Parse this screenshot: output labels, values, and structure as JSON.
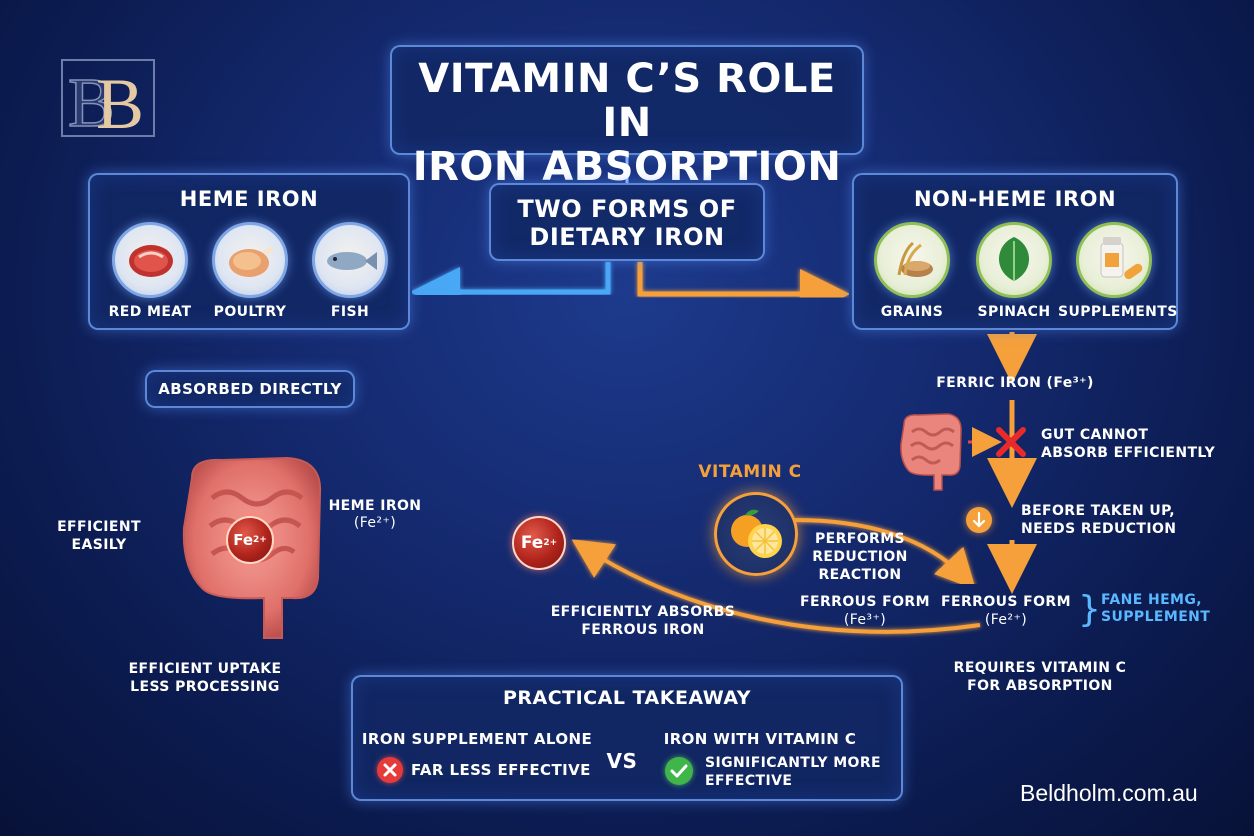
{
  "title_line1": "VITAMIN C’S ROLE IN",
  "title_line2": "IRON ABSORPTION",
  "two_forms_line1": "TWO FORMS OF",
  "two_forms_line2": "DIETARY IRON",
  "heme": {
    "title": "HEME IRON",
    "items": [
      {
        "label": "RED MEAT",
        "icon": "steak-icon"
      },
      {
        "label": "POULTRY",
        "icon": "chicken-icon"
      },
      {
        "label": "FISH",
        "icon": "fish-icon"
      }
    ],
    "absorbed": "ABSORBED DIRECTLY",
    "efficient_line1": "EFFICIENT",
    "efficient_line2": "EASILY",
    "heme_iron_label": "HEME IRON",
    "heme_iron_formula": "(Fe²⁺)",
    "uptake_line1": "EFFICIENT UPTAKE",
    "uptake_line2": "LESS PROCESSING"
  },
  "fe_symbol": "Fe",
  "fe_charge": "2+",
  "nonheme": {
    "title": "NON-HEME IRON",
    "items": [
      {
        "label": "GRAINS",
        "icon": "grains-icon"
      },
      {
        "label": "SPINACH",
        "icon": "spinach-icon"
      },
      {
        "label": "SUPPLEMENTS",
        "icon": "supplement-bottle-icon"
      }
    ],
    "ferric": "FERRIC IRON (Fe³⁺)",
    "gut_line1": "GUT CANNOT",
    "gut_line2": "ABSORB EFFICIENTLY",
    "before_line1": "BEFORE TAKEN UP,",
    "before_line2": "NEEDS REDUCTION",
    "ferrous_right_line1": "FERROUS FORM",
    "ferrous_right_line2": "(Fe²⁺)",
    "brace_line1": "FANE HEMG,",
    "brace_line2": "SUPPLEMENT",
    "requires_line1": "REQUIRES VITAMIN C",
    "requires_line2": "FOR ABSORPTION"
  },
  "vitamin_c": {
    "title": "VITAMIN C",
    "performs_line1": "PERFORMS",
    "performs_line2": "REDUCTION",
    "performs_line3": "REACTION",
    "ferrous_mid_line1": "FERROUS FORM",
    "ferrous_mid_line2": "(Fe³⁺)",
    "absorbs_line1": "EFFICIENTLY ABSORBS",
    "absorbs_line2": "FERROUS IRON"
  },
  "takeaway": {
    "title": "PRACTICAL TAKEAWAY",
    "left_title": "IRON SUPPLEMENT ALONE",
    "left_result": "FAR LESS EFFECTIVE",
    "vs": "VS",
    "right_title": "IRON WITH VITAMIN C",
    "right_result_line1": "SIGNIFICANTLY MORE",
    "right_result_line2": "EFFECTIVE"
  },
  "website": "Beldholm.com.au",
  "colors": {
    "blue_arrow": "#4aa8f5",
    "orange_arrow": "#f5a03a",
    "brace": "#5ab8ff",
    "logo_gold": "#e4c9a2"
  }
}
